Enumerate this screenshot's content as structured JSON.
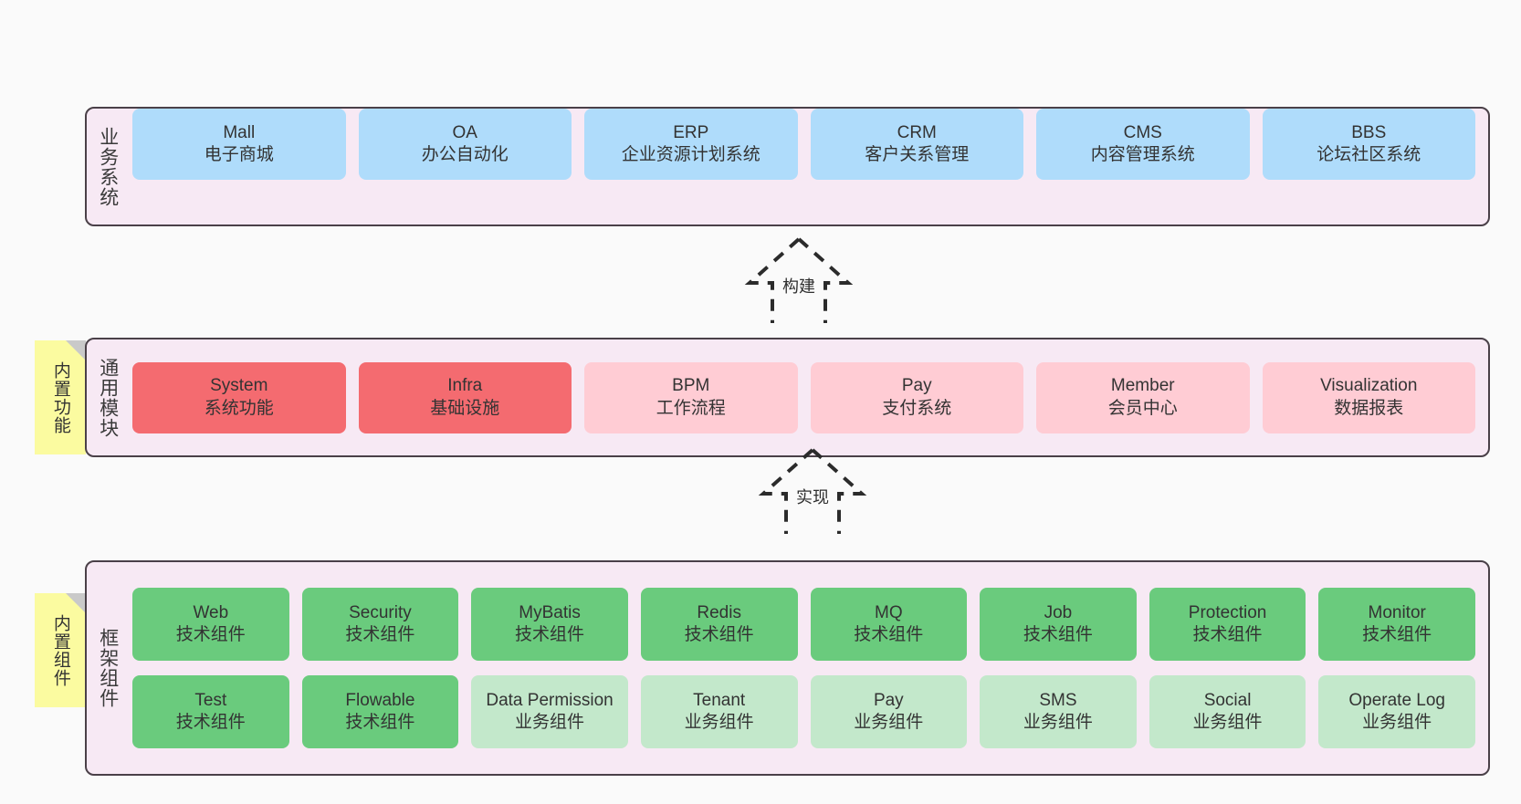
{
  "diagram": {
    "title": "",
    "colors": {
      "panel_background": "#f7e9f4",
      "panel_border": "#4a4048",
      "business_card": "#afdcfb",
      "core_module": "#f46b70",
      "module_card": "#ffccd4",
      "tech_component": "#6acb7d",
      "business_component": "#c3e8cb",
      "sticky_note": "#fbfba0",
      "canvas": "#fafafa"
    }
  },
  "panels": {
    "business": {
      "label": "业务系统",
      "cards": [
        {
          "name": "Mall",
          "desc": "电子商城"
        },
        {
          "name": "OA",
          "desc": "办公自动化"
        },
        {
          "name": "ERP",
          "desc": "企业资源计划系统"
        },
        {
          "name": "CRM",
          "desc": "客户关系管理"
        },
        {
          "name": "CMS",
          "desc": "内容管理系统"
        },
        {
          "name": "BBS",
          "desc": "论坛社区系统"
        }
      ]
    },
    "common": {
      "label": "通用模块",
      "sticky": "内置功能",
      "cards": [
        {
          "name": "System",
          "desc": "系统功能"
        },
        {
          "name": "Infra",
          "desc": "基础设施"
        },
        {
          "name": "BPM",
          "desc": "工作流程"
        },
        {
          "name": "Pay",
          "desc": "支付系统"
        },
        {
          "name": "Member",
          "desc": "会员中心"
        },
        {
          "name": "Visualization",
          "desc": "数据报表"
        }
      ]
    },
    "framework": {
      "label": "框架组件",
      "sticky": "内置组件",
      "row_tech": [
        {
          "name": "Web",
          "desc": "技术组件"
        },
        {
          "name": "Security",
          "desc": "技术组件"
        },
        {
          "name": "MyBatis",
          "desc": "技术组件"
        },
        {
          "name": "Redis",
          "desc": "技术组件"
        },
        {
          "name": "MQ",
          "desc": "技术组件"
        },
        {
          "name": "Job",
          "desc": "技术组件"
        },
        {
          "name": "Protection",
          "desc": "技术组件"
        },
        {
          "name": "Monitor",
          "desc": "技术组件"
        }
      ],
      "row_business": [
        {
          "name": "Test",
          "desc": "技术组件"
        },
        {
          "name": "Flowable",
          "desc": "技术组件"
        },
        {
          "name": "Data Permission",
          "desc": "业务组件"
        },
        {
          "name": "Tenant",
          "desc": "业务组件"
        },
        {
          "name": "Pay",
          "desc": "业务组件"
        },
        {
          "name": "SMS",
          "desc": "业务组件"
        },
        {
          "name": "Social",
          "desc": "业务组件"
        },
        {
          "name": "Operate Log",
          "desc": "业务组件"
        }
      ]
    }
  },
  "connectors": [
    {
      "id": "build",
      "label": "构建",
      "from": "通用模块",
      "to": "业务系统",
      "style": "dashed-hollow-arrow"
    },
    {
      "id": "realize",
      "label": "实现",
      "from": "框架组件",
      "to": "通用模块",
      "style": "dashed-hollow-arrow"
    }
  ]
}
